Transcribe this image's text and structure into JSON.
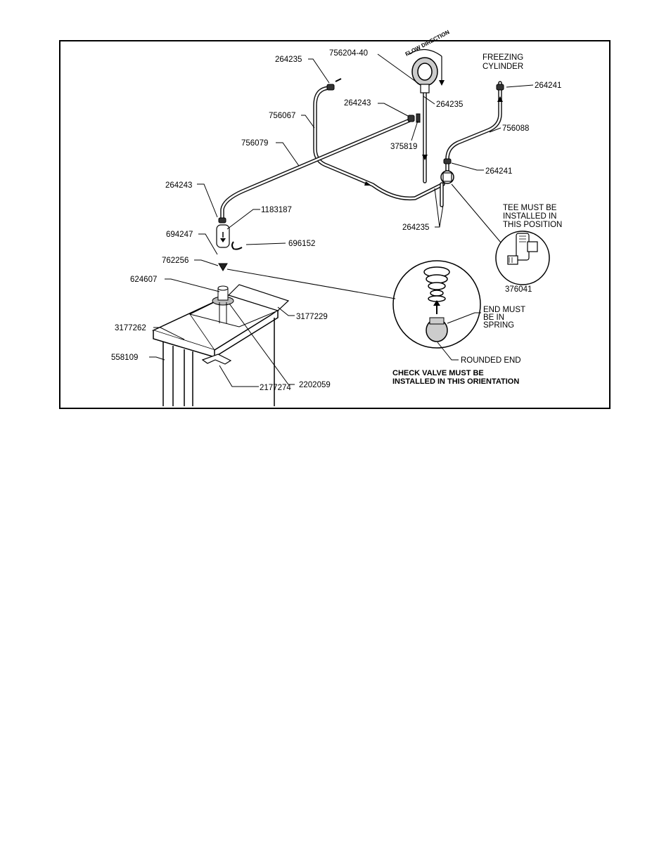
{
  "figure": {
    "callouts": {
      "c264235_top": "264235",
      "c756204": "756204-40",
      "c264243_mid": "264243",
      "c264235_right": "264235",
      "c756067": "756067",
      "c375819": "375819",
      "c756079": "756079",
      "c264241_top": "264241",
      "c756088": "756088",
      "c264241_mid": "264241",
      "c264243_left": "264243",
      "c1183187": "1183187",
      "c264235_bottom": "264235",
      "c694247": "694247",
      "c696152": "696152",
      "c762256": "762256",
      "c376041": "376041",
      "c624607": "624607",
      "c3177229": "3177229",
      "c3177262": "3177262",
      "c558109": "558109",
      "c2177274": "2177274",
      "c2202059": "2202059"
    },
    "freezing_cylinder": [
      "FREEZING",
      "CYLINDER"
    ],
    "flow_direction": "FLOW DIRECTION",
    "tee_note": [
      "TEE MUST BE",
      "INSTALLED IN",
      "THIS POSITION"
    ],
    "end_note": [
      "END MUST",
      "BE IN",
      "SPRING"
    ],
    "rounded_end": "ROUNDED END",
    "check_valve_note": [
      "CHECK VALVE MUST BE",
      "INSTALLED IN THIS ORIENTATION"
    ]
  }
}
